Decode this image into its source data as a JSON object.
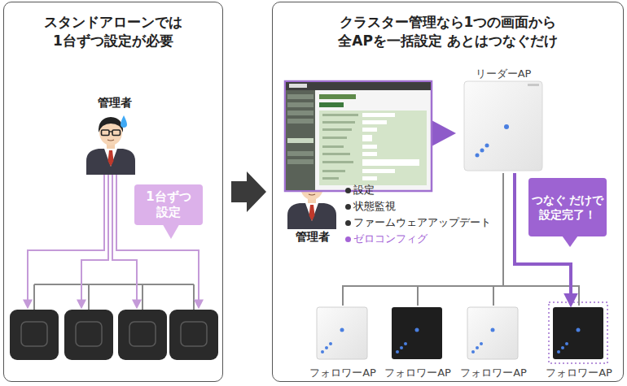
{
  "diagram": {
    "nodes": [
      {
        "text": [
          "スタンドアローンでは 1台ずつ設定が必要"
        ]
      },
      {
        "text": [
          "管理者"
        ],
        "in": 0
      },
      {
        "text": [
          "1台ずつ 設定"
        ],
        "in": 0
      },
      {
        "text": [
          "クラスター管理なら1つの画面から 全APを一括設定 あとはつなぐだけ"
        ]
      },
      {
        "text": [
          "管理者"
        ],
        "in": 3
      },
      {
        "text": [
          "リーダーAP"
        ],
        "in": 3
      },
      {
        "text": [
          "つなぐ だけで 設定完了！"
        ],
        "in": 3
      },
      {
        "text": [
          "フォロワーAP"
        ],
        "in": 3
      },
      {
        "text": [
          "フォロワーAP"
        ],
        "in": 3
      },
      {
        "text": [
          "フォロワーAP"
        ],
        "in": 3
      },
      {
        "text": [
          "フォロワーAP"
        ],
        "in": 3
      }
    ],
    "edges": [
      {
        "from": 5,
        "to": 7,
        "arrow": "none"
      },
      {
        "from": 5,
        "to": 8,
        "arrow": "none"
      },
      {
        "from": 5,
        "to": 9,
        "arrow": "none"
      },
      {
        "from": 5,
        "to": 10,
        "arrow": "none"
      },
      {
        "from": 5,
        "to": 10,
        "arrow": "to"
      }
    ],
    "labels": [
      "設定",
      "状態監視",
      "ファームウェアアップデート",
      "ゼロコンフィグ"
    ]
  }
}
